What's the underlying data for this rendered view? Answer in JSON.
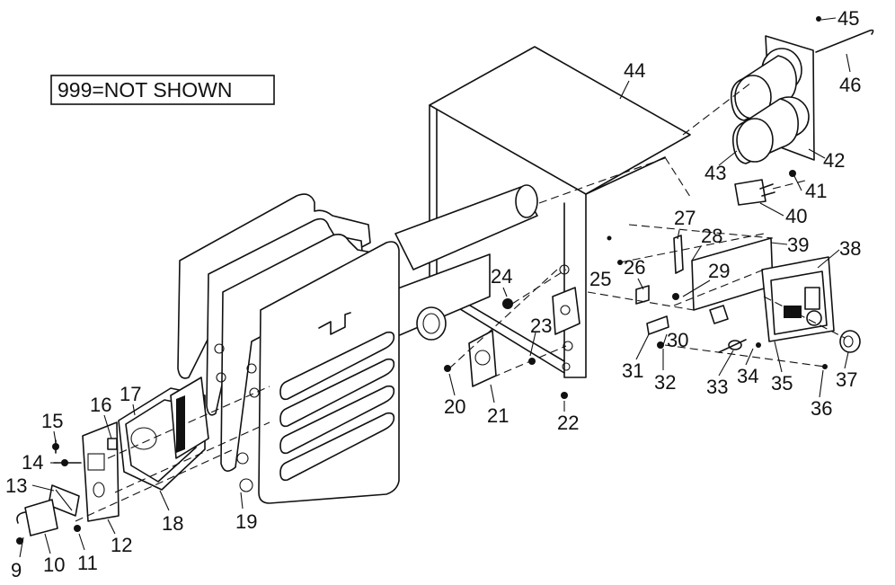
{
  "legend": {
    "text": "999=NOT SHOWN"
  },
  "parts": [
    "9",
    "10",
    "11",
    "12",
    "13",
    "14",
    "15",
    "16",
    "17",
    "18",
    "19",
    "20",
    "21",
    "22",
    "23",
    "24",
    "25",
    "26",
    "27",
    "28",
    "29",
    "30",
    "31",
    "32",
    "33",
    "34",
    "35",
    "36",
    "37",
    "38",
    "39",
    "40",
    "41",
    "42",
    "43",
    "44",
    "45",
    "46"
  ]
}
